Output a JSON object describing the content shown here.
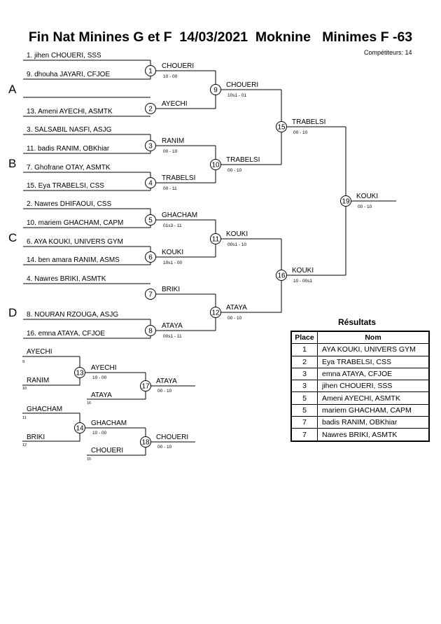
{
  "header": {
    "title": "Fin Nat Minines G et F  14/03/2021  Moknine   Minimes F -63",
    "competitors": "Compétiteurs: 14"
  },
  "pools": [
    "A",
    "B",
    "C",
    "D"
  ],
  "entrants": [
    "1. jihen CHOUERI, SSS",
    "9. dhouha JAYARI, CFJOE",
    "13. Ameni AYECHI, ASMTK",
    "3. SALSABIL NASFI, ASJG",
    "11. badis RANIM, OBKhiar",
    "7. Ghofrane OTAY, ASMTK",
    "15. Eya TRABELSI, CSS",
    "2. Nawres DHIFAOUI, CSS",
    "10. mariem GHACHAM, CAPM",
    "6. AYA KOUKI, UNIVERS GYM",
    "14. ben amara RANIM, ASMS",
    "4. Nawres BRIKI, ASMTK",
    "8. NOURAN RZOUGA, ASJG",
    "16. emna ATAYA, CFJOE"
  ],
  "matches": [
    {
      "num": "1",
      "winner": "CHOUERI",
      "score": "10 - 00"
    },
    {
      "num": "2",
      "winner": "AYECHI",
      "score": ""
    },
    {
      "num": "3",
      "winner": "RANIM",
      "score": "00 - 10"
    },
    {
      "num": "4",
      "winner": "TRABELSI",
      "score": "00 - 11"
    },
    {
      "num": "5",
      "winner": "GHACHAM",
      "score": "01s3 - 11"
    },
    {
      "num": "6",
      "winner": "KOUKI",
      "score": "10s1 - 00"
    },
    {
      "num": "7",
      "winner": "BRIKI",
      "score": ""
    },
    {
      "num": "8",
      "winner": "ATAYA",
      "score": "00s1 - 11"
    },
    {
      "num": "9",
      "winner": "CHOUERI",
      "score": "10s1 - 01"
    },
    {
      "num": "10",
      "winner": "TRABELSI",
      "score": "00 - 10"
    },
    {
      "num": "11",
      "winner": "KOUKI",
      "score": "00s1 - 10"
    },
    {
      "num": "12",
      "winner": "ATAYA",
      "score": "00 - 10"
    },
    {
      "num": "15",
      "winner": "TRABELSI",
      "score": "00 - 10"
    },
    {
      "num": "16",
      "winner": "KOUKI",
      "score": "10 - 00s1"
    },
    {
      "num": "19",
      "winner": "KOUKI",
      "score": "00 - 10"
    }
  ],
  "repechage": {
    "entrants": [
      {
        "name": "AYECHI",
        "from": "9"
      },
      {
        "name": "RANIM",
        "from": "10"
      },
      {
        "name": "ATAYA",
        "from": "16"
      },
      {
        "name": "GHACHAM",
        "from": "11"
      },
      {
        "name": "BRIKI",
        "from": "12"
      },
      {
        "name": "CHOUERI",
        "from": "15"
      }
    ],
    "matches": [
      {
        "num": "13",
        "winner": "AYECHI",
        "score": "10 - 00"
      },
      {
        "num": "17",
        "winner": "ATAYA",
        "score": "00 - 10"
      },
      {
        "num": "14",
        "winner": "GHACHAM",
        "score": "10 - 00"
      },
      {
        "num": "18",
        "winner": "CHOUERI",
        "score": "00 - 10"
      }
    ]
  },
  "results": {
    "title": "Résultats",
    "headers": {
      "place": "Place",
      "name": "Nom"
    },
    "rows": [
      {
        "place": "1",
        "name": "AYA KOUKI, UNIVERS GYM"
      },
      {
        "place": "2",
        "name": "Eya TRABELSI, CSS"
      },
      {
        "place": "3",
        "name": "emna ATAYA, CFJOE"
      },
      {
        "place": "3",
        "name": "jihen CHOUERI, SSS"
      },
      {
        "place": "5",
        "name": "Ameni AYECHI, ASMTK"
      },
      {
        "place": "5",
        "name": "mariem GHACHAM, CAPM"
      },
      {
        "place": "7",
        "name": "badis RANIM, OBKhiar"
      },
      {
        "place": "7",
        "name": "Nawres BRIKI, ASMTK"
      }
    ]
  }
}
